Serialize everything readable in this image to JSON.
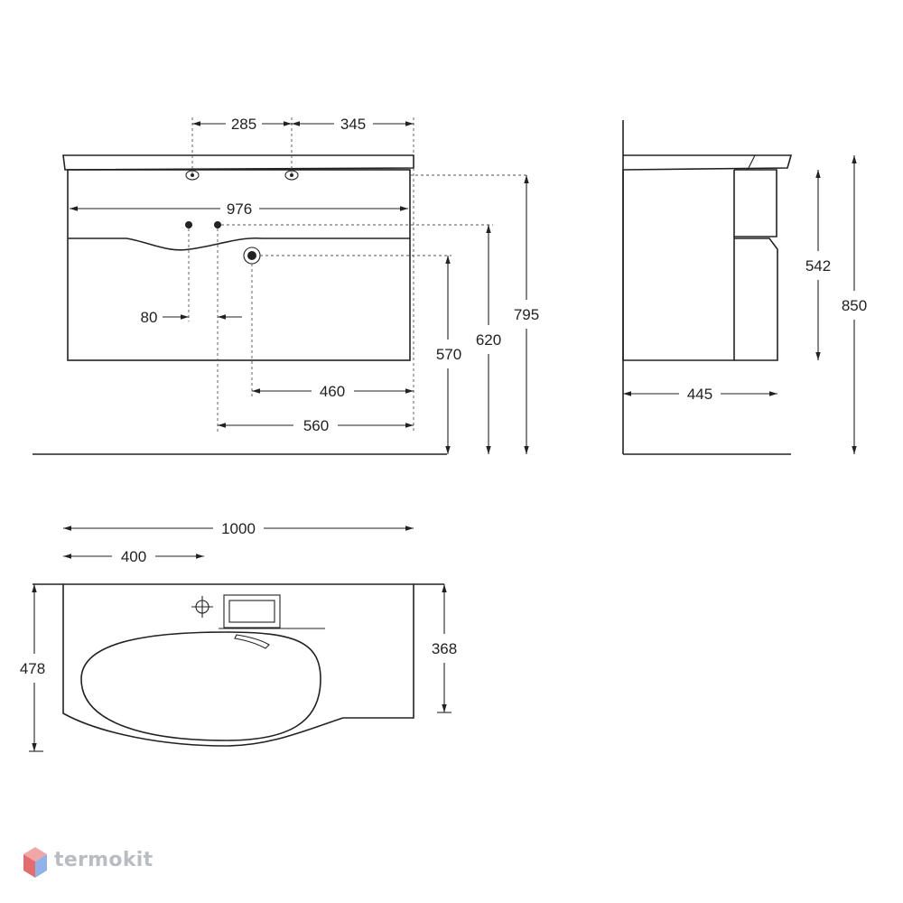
{
  "front_view": {
    "dim_285": "285",
    "dim_345": "345",
    "dim_976": "976",
    "dim_80": "80",
    "dim_460": "460",
    "dim_560": "560",
    "dim_570": "570",
    "dim_620": "620",
    "dim_795": "795"
  },
  "side_view": {
    "dim_542": "542",
    "dim_850": "850",
    "dim_445": "445"
  },
  "top_view": {
    "dim_1000": "1000",
    "dim_400": "400",
    "dim_478": "478",
    "dim_368": "368"
  },
  "watermark": {
    "brand": "termokit",
    "logo_icon": "hexagon-cube-icon",
    "colors": {
      "top": "#f2a7a7",
      "left": "#e36d6d",
      "right": "#8fb3e8"
    }
  }
}
